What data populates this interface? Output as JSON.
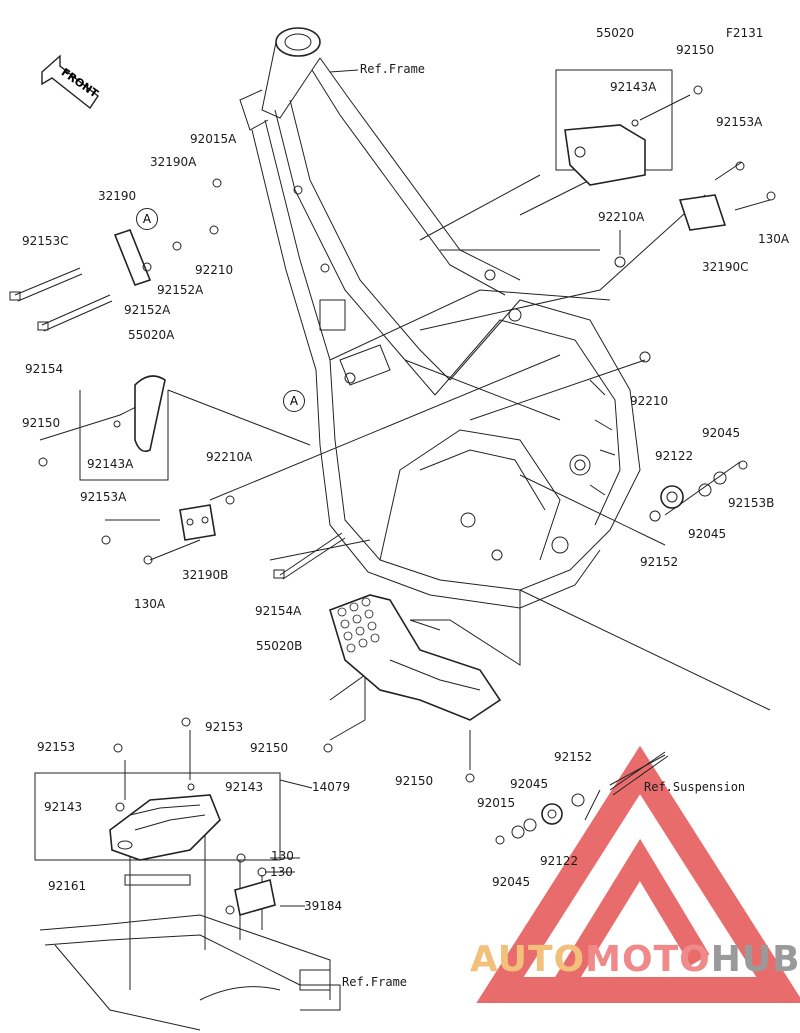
{
  "diagram_code": "F2131",
  "front_label": "FRONT",
  "callout_letter": "A",
  "ref_labels": {
    "frame_top": "Ref.Frame",
    "frame_bottom": "Ref.Frame",
    "suspension": "Ref.Suspension"
  },
  "parts": {
    "p55020": "55020",
    "p92150_top": "92150",
    "p92143A_top": "92143A",
    "p92153A_top": "92153A",
    "p92210A_top": "92210A",
    "p130A_top": "130A",
    "p32190C": "32190C",
    "p92015A": "92015A",
    "p32190A": "32190A",
    "p32190": "32190",
    "p92153C": "92153C",
    "p92210_left": "92210",
    "p92152A_1": "92152A",
    "p92152A_2": "92152A",
    "p92154": "92154",
    "p55020A": "55020A",
    "p92150_left": "92150",
    "p92143A_left": "92143A",
    "p92210_right": "92210",
    "p92045_a": "92045",
    "p92122_a": "92122",
    "p92153B": "92153B",
    "p92045_b": "92045",
    "p92152_right": "92152",
    "p92210A_left": "92210A",
    "p92153A_left": "92153A",
    "p32190B": "32190B",
    "p130A_left": "130A",
    "p92154A": "92154A",
    "p55020B": "55020B",
    "p92150_mid": "92150",
    "p92150_low": "92150",
    "p92153_top": "92153",
    "p92153_left": "92153",
    "p92143_right": "92143",
    "p14079": "14079",
    "p92143_left": "92143",
    "p92161": "92161",
    "p130_a": "130",
    "p130_b": "130",
    "p39184": "39184",
    "p92152_low": "92152",
    "p92045_c": "92045",
    "p92015_low": "92015",
    "p92122_low": "92122",
    "p92045_d": "92045"
  },
  "watermark": {
    "part1": "AUTO",
    "part2": "MOTO",
    "part3": "HUB",
    "color_auto": "#f2c07a",
    "color_moto": "#f08a8a",
    "color_hub": "#9a9a9a",
    "triangle_color": "#e23b3b"
  }
}
